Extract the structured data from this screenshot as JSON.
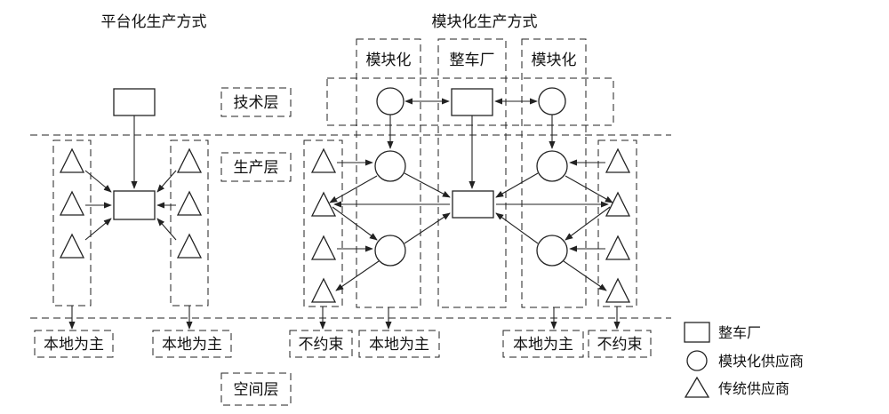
{
  "titles": {
    "platform": "平台化生产方式",
    "modular": "模块化生产方式"
  },
  "layers": {
    "technology": "技术层",
    "production": "生产层",
    "space": "空间层"
  },
  "header_labels": {
    "module_left": "模块化",
    "assembler": "整车厂",
    "module_right": "模块化"
  },
  "space_labels": {
    "local": "本地为主",
    "unconstrained": "不约束"
  },
  "legend": {
    "assembler": "整车厂",
    "module_supplier": "模块化供应商",
    "traditional_supplier": "传统供应商"
  }
}
